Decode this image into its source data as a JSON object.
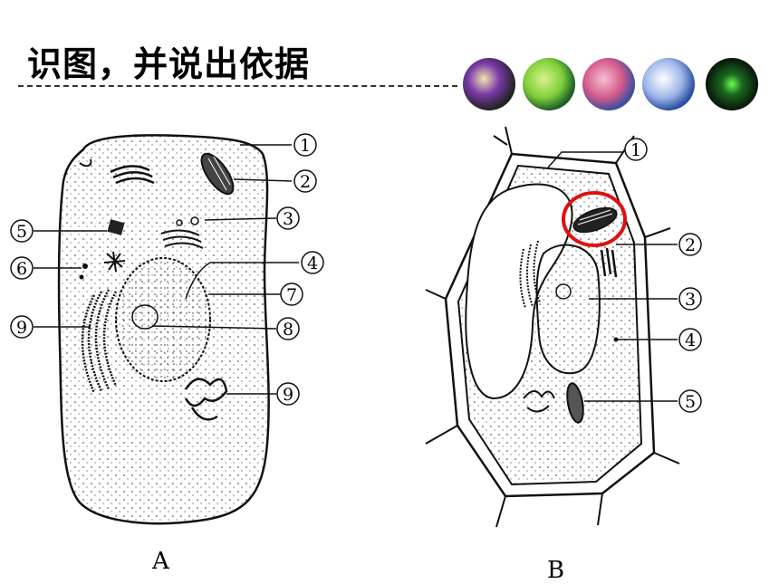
{
  "title": "识图，并说出依据",
  "cell_a": {
    "caption": "A",
    "labels": [
      "1",
      "2",
      "3",
      "4",
      "5",
      "6",
      "7",
      "8",
      "9",
      "9"
    ]
  },
  "cell_b": {
    "caption": "B",
    "labels": [
      "1",
      "2",
      "3",
      "4",
      "5"
    ]
  },
  "thumbnails": [
    {
      "name": "purple-organelle-thumb",
      "color": "#7a3aa8"
    },
    {
      "name": "chloroplast-thumb",
      "color": "#7fcf3a"
    },
    {
      "name": "mitochondria-thumb",
      "color": "#d45a8a"
    },
    {
      "name": "golgi-thumb",
      "color": "#5a7fd0"
    },
    {
      "name": "fluorescent-cell-thumb",
      "color": "#22aa33"
    }
  ],
  "highlight_color": "#e01010"
}
